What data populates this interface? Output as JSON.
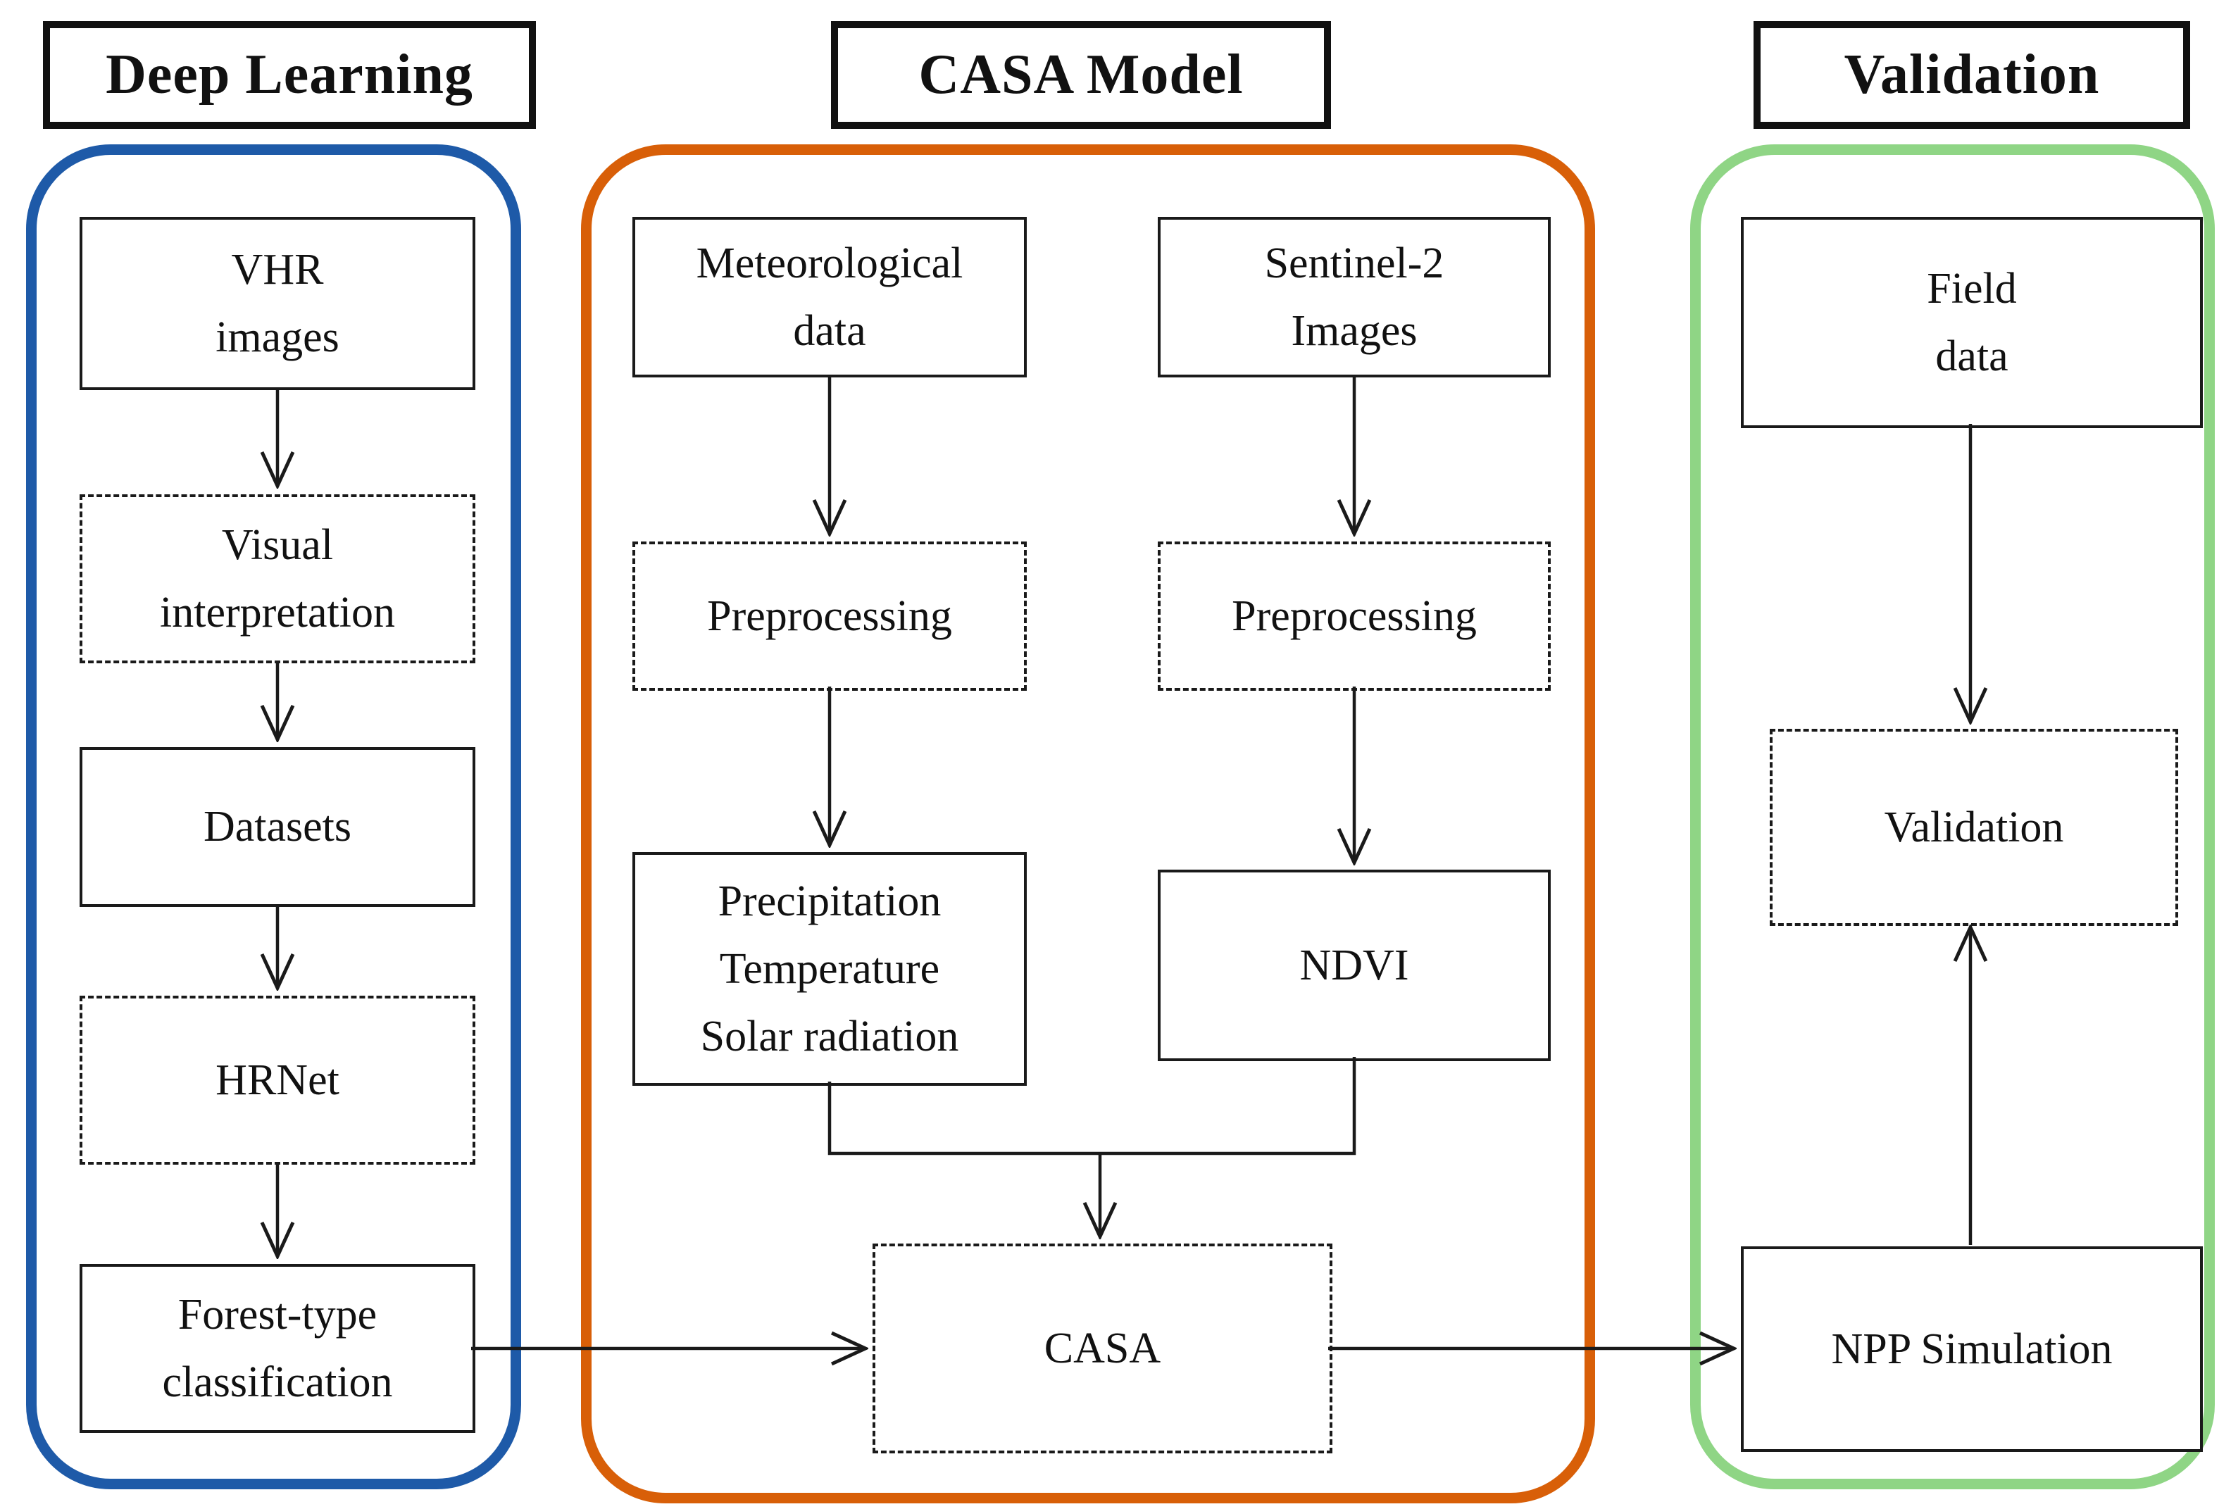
{
  "headers": {
    "deep_learning": "Deep Learning",
    "casa_model": "CASA Model",
    "validation": "Validation"
  },
  "nodes": {
    "vhr_images": "VHR\nimages",
    "visual_interpretation": "Visual\ninterpretation",
    "datasets": "Datasets",
    "hrnet": "HRNet",
    "forest_type_classification": "Forest-type\nclassification",
    "meteorological_data": "Meteorological\ndata",
    "preprocessing_met": "Preprocessing",
    "precipitation_temperature_solar": "Precipitation\nTemperature\nSolar radiation",
    "sentinel2_images": "Sentinel-2\nImages",
    "preprocessing_s2": "Preprocessing",
    "ndvi": "NDVI",
    "casa": "CASA",
    "field_data": "Field\ndata",
    "validation_step": "Validation",
    "npp_simulation": "NPP Simulation"
  },
  "colors": {
    "deep_learning_outline": "#1e5aa8",
    "casa_outline": "#d85f08",
    "validation_outline": "#8fd585",
    "connector": "#1a1a1a"
  }
}
